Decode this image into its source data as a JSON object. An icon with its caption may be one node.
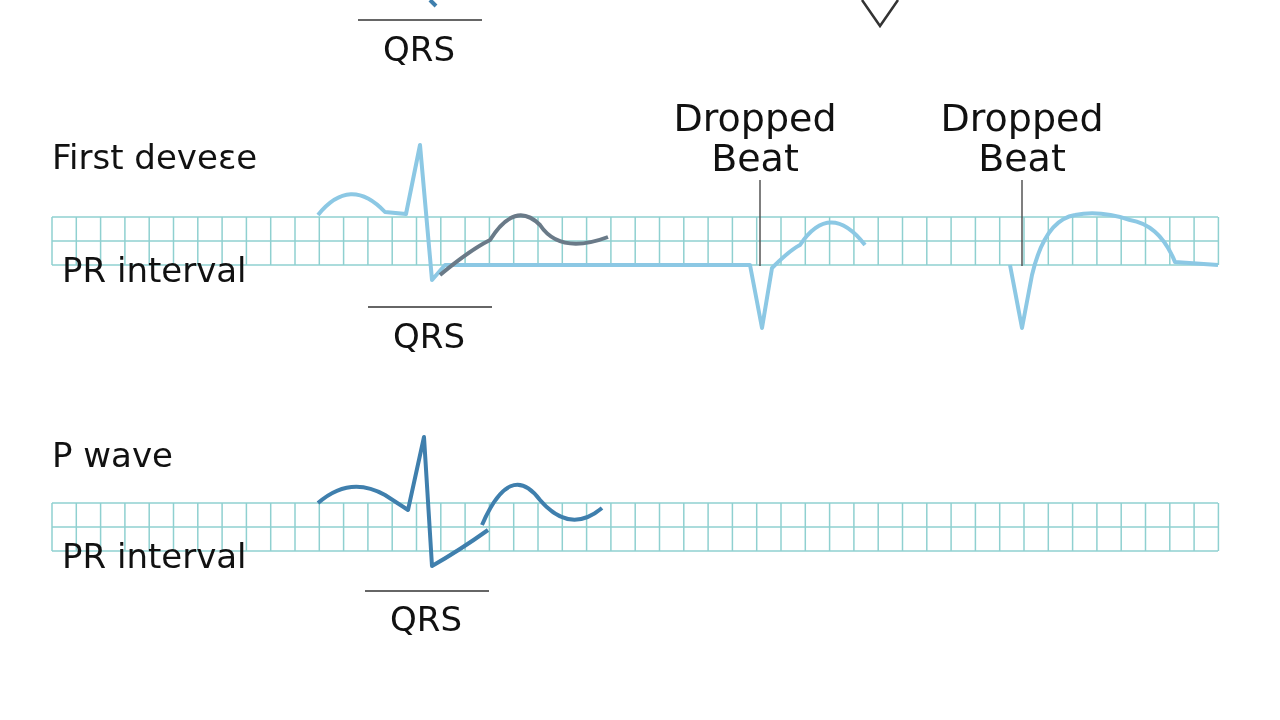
{
  "diagram": {
    "nodes": [
      {
        "text": [
          "Dropped Beat"
        ]
      },
      {
        "text": [
          "Dropped Beat"
        ]
      }
    ],
    "edges": [
      {
        "from": 0,
        "to": null,
        "arrow": "none"
      },
      {
        "from": 1,
        "to": null,
        "arrow": "none"
      }
    ],
    "labels": [
      "QRS",
      "First deveεe",
      "PR interval",
      "QRS",
      "P wave",
      "PR interval",
      "QRS"
    ]
  }
}
